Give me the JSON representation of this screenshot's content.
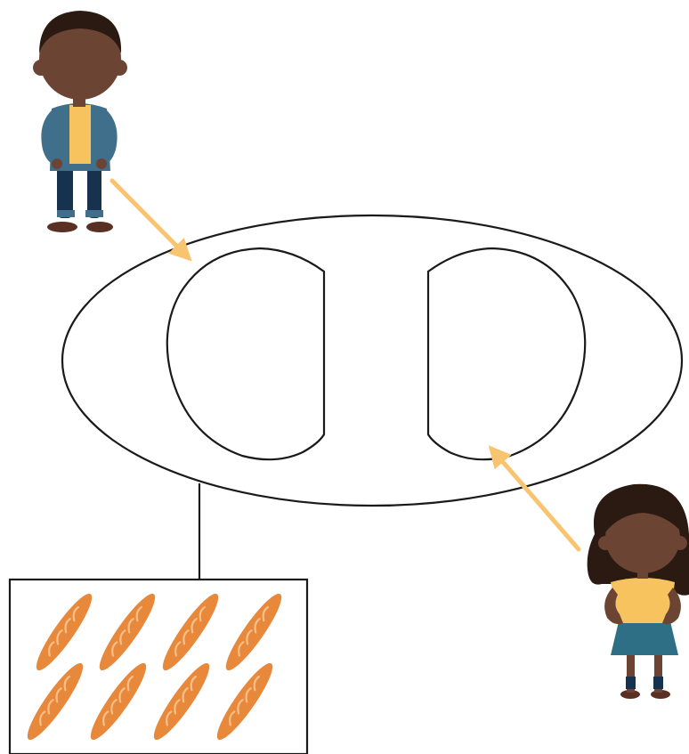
{
  "diagram": {
    "outer_region": {
      "shape": "ellipse"
    },
    "left_part": {
      "shape": "half-oval, flat edge facing right"
    },
    "right_part": {
      "shape": "half-oval, flat edge facing left"
    },
    "items_box": {
      "item_icon": "baguette-icon",
      "item_count": 8,
      "rows": 2,
      "per_row": 4
    },
    "people": [
      {
        "icon": "boy-icon",
        "points_to": "left_part"
      },
      {
        "icon": "girl-icon",
        "points_to": "right_part"
      }
    ],
    "colors": {
      "outline": "#1a1a1a",
      "arrow": "#f9c470",
      "baguette": "#e8883a",
      "baguette_highlight": "#f7c08a",
      "skin": "#6b4434",
      "hair": "#2b1a12",
      "boy_jacket": "#3f6f8a",
      "boy_shirt": "#f7c35f",
      "boy_pants": "#17324f",
      "girl_shirt": "#f7c35f",
      "girl_skirt": "#2e6f86",
      "shoes": "#5a3024"
    }
  }
}
